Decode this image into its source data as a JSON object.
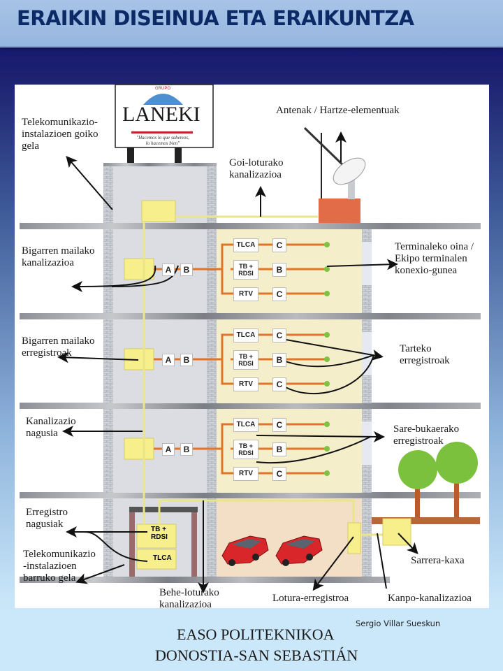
{
  "header": {
    "title": "ERAIKIN DISEINUA ETA ERAIKUNTZA"
  },
  "logo": {
    "brand": "LANEKI",
    "group": "GRUPO",
    "slogan_1": "\"Hacemos lo que sabemos,",
    "slogan_2": "lo hacemos bien\""
  },
  "labels": {
    "upper_room": "Telekomunikazio-\ninstalazioen goiko\ngela",
    "antennas": "Antenak / Hartze-elementuak",
    "upper_link_duct": "Goi-loturako\nkanalizazioa",
    "secondary_duct": "Bigarren mailako\nkanalizazioa",
    "terminal_base": "Terminaleko oina /\nEkipo terminalen\nkonexio-gunea",
    "secondary_registers": "Bigarren mailako\nerregistroak",
    "intermediate_registers": "Tarteko\nerregistroak",
    "main_duct": "Kanalizazio\nnagusia",
    "network_end_registers": "Sare-bukaerako\nerregistroak",
    "main_registers": "Erregistro\nnagusiak",
    "lower_room": "Telekomunikazio\n-instalazioen\nbarruko gela",
    "lower_link_duct": "Behe-loturako\nkanalizazioa",
    "link_register": "Lotura-erregistroa",
    "external_duct": "Kanpo-kanalizazioa",
    "entry_box": "Sarrera-kaxa"
  },
  "diagram": {
    "floor_boxes": {
      "a": "A",
      "b": "B"
    },
    "terminals": [
      {
        "service": "TLCA",
        "register": "C"
      },
      {
        "service": "TB +\nRDSI",
        "register": "B"
      },
      {
        "service": "RTV",
        "register": "C"
      }
    ],
    "main_register_tb": "TB +\nRDSI",
    "main_register_tlca": "TLCA",
    "colors": {
      "cable": "#e07428",
      "duct": "#e9e68a",
      "register": "#f7ef8c",
      "roof_box": "#e26b48",
      "terminal_dot": "#7ec242",
      "tree": "#7cc13e",
      "car": "#d8262a"
    }
  },
  "footer": {
    "school": "EASO POLITEKNIKOA",
    "city": "DONOSTIA-SAN SEBASTIÁN",
    "author": "Sergio Villar Sueskun"
  }
}
